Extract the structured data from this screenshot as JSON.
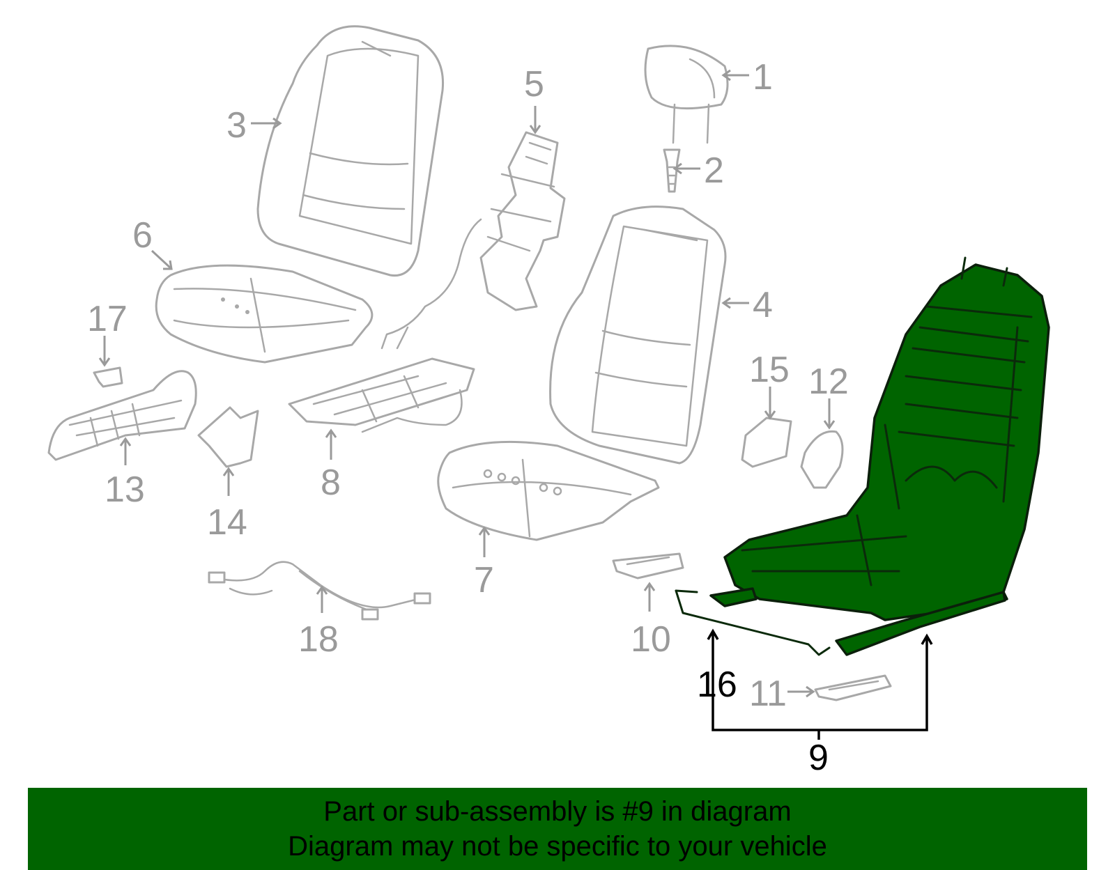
{
  "banner": {
    "line1": "Part or sub-assembly is #9 in diagram",
    "line2": "Diagram may not be specific to your vehicle"
  },
  "colors": {
    "highlight": "#006400",
    "outline_gray": "#a8a8a8",
    "label_gray": "#9a9a9a",
    "highlight_label": "#000000"
  },
  "callouts": {
    "c1": "1",
    "c2": "2",
    "c3": "3",
    "c4": "4",
    "c5": "5",
    "c6": "6",
    "c7": "7",
    "c8": "8",
    "c9": "9",
    "c10": "10",
    "c11": "11",
    "c12": "12",
    "c13": "13",
    "c14": "14",
    "c15": "15",
    "c16": "16",
    "c17": "17",
    "c18": "18"
  },
  "highlighted_part": "9"
}
